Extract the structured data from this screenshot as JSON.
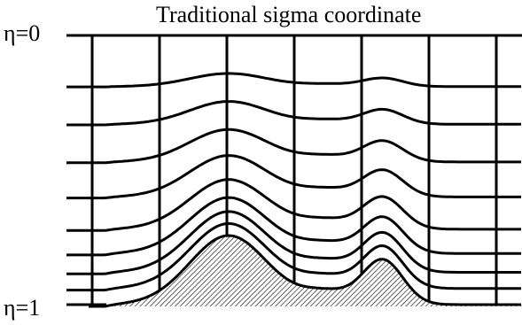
{
  "title": "Traditional sigma coordinate",
  "labels": {
    "top": "η=0",
    "bottom": "η=1"
  },
  "colors": {
    "line": "#000000",
    "terrain_hatch": "#000000",
    "background": "#ffffff"
  }
}
